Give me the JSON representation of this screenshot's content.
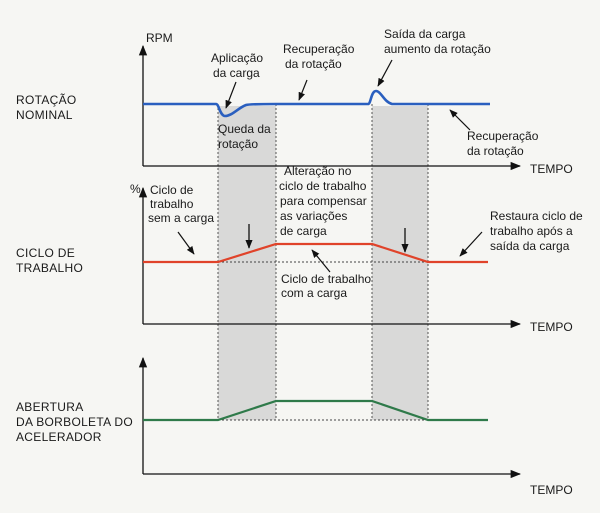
{
  "colors": {
    "rpm_line": "#2a5fbf",
    "duty_line": "#e0432a",
    "throttle_line": "#2f7a4a",
    "band": "#cfcfcf"
  },
  "top_panel": {
    "y_axis_label": "RPM",
    "x_axis_label": "TEMPO",
    "row_label_line1": "ROTAÇÃO",
    "row_label_line2": "NOMINAL",
    "annot_load_applied_1": "Aplicação",
    "annot_load_applied_2": "da carga",
    "annot_recovery_top_1": "Recuperação",
    "annot_recovery_top_2": "da rotação",
    "annot_load_exit_1": "Saída da carga",
    "annot_load_exit_2": "aumento da rotação",
    "annot_drop_1": "Queda da",
    "annot_drop_2": "rotação",
    "annot_recovery_bottom_1": "Recuperação",
    "annot_recovery_bottom_2": "da rotação"
  },
  "middle_panel": {
    "y_axis_label": "%",
    "x_axis_label": "TEMPO",
    "row_label_line1": "CICLO DE",
    "row_label_line2": "TRABALHO",
    "annot_no_load_1": "Ciclo de",
    "annot_no_load_2": "trabalho",
    "annot_no_load_3": "sem a carga",
    "annot_change_1": "Alteração no",
    "annot_change_2": "ciclo de trabalho",
    "annot_change_3": "para compensar",
    "annot_change_4": "as variações",
    "annot_change_5": "de carga",
    "annot_restore_1": "Restaura ciclo de",
    "annot_restore_2": "trabalho após a",
    "annot_restore_3": "saída da carga",
    "annot_with_load_1": "Ciclo de trabalho",
    "annot_with_load_2": "com a carga"
  },
  "bottom_panel": {
    "x_axis_label": "TEMPO",
    "row_label_line1": "ABERTURA",
    "row_label_line2": "DA BORBOLETA DO",
    "row_label_line3": "ACELERADOR"
  }
}
